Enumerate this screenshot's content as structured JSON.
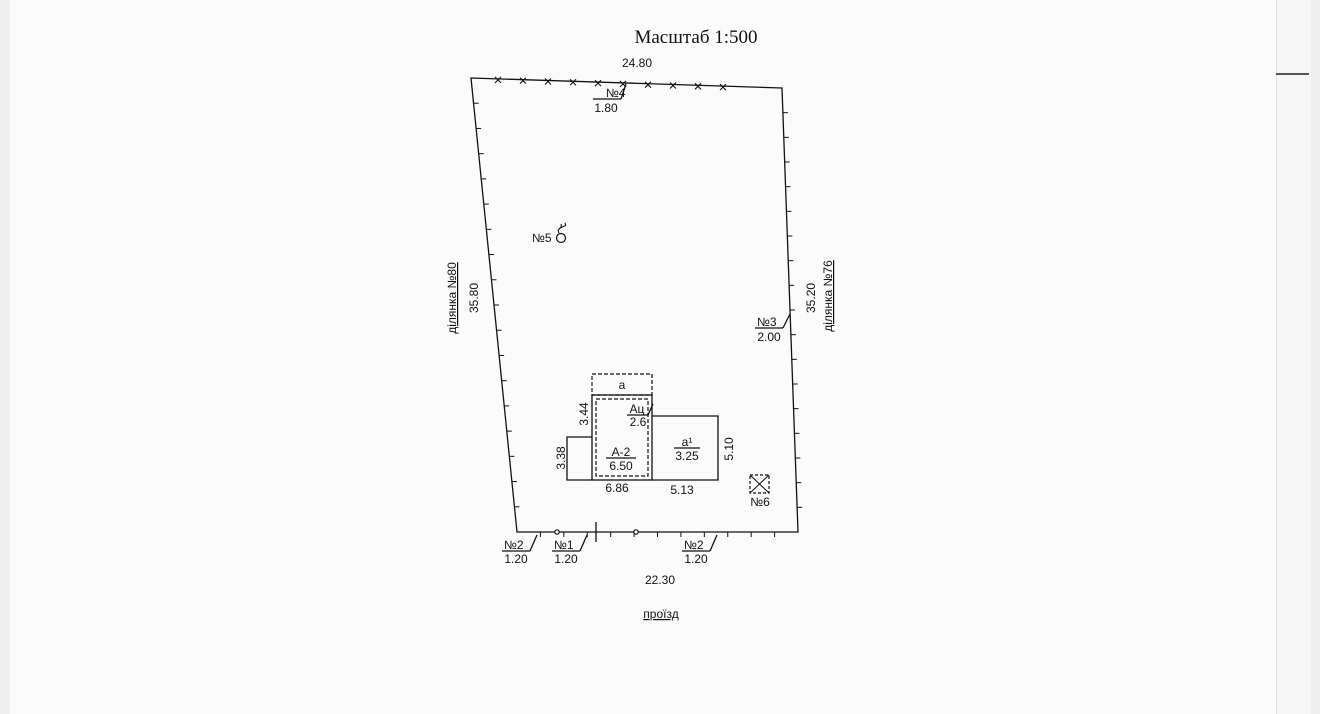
{
  "scale_title": "Масштаб 1:500",
  "dimensions": {
    "top": "24.80",
    "bottom": "22.30",
    "left": "35.80",
    "right": "35.20"
  },
  "neighbors": {
    "left": "ділянка №80",
    "right": "ділянка №76",
    "bottom": "проїзд"
  },
  "markers": [
    {
      "num": "№4",
      "val": "1.80"
    },
    {
      "num": "№3",
      "val": "2.00"
    },
    {
      "num": "№2",
      "val": "1.20"
    },
    {
      "num": "№1",
      "val": "1.20"
    },
    {
      "num": "№2",
      "val": "1.20"
    }
  ],
  "tree_label": "№5",
  "well_label": "№6",
  "buildings": {
    "veranda_label": "а",
    "main_name": "А-2",
    "main_value": "6.50",
    "attic_name": "Ац",
    "attic_value": "2.6",
    "annex_name": "а¹",
    "annex_value": "3.25",
    "dim_344": "3.44",
    "dim_338": "3.38",
    "dim_686": "6.86",
    "dim_513": "5.13",
    "dim_510": "5.10"
  }
}
